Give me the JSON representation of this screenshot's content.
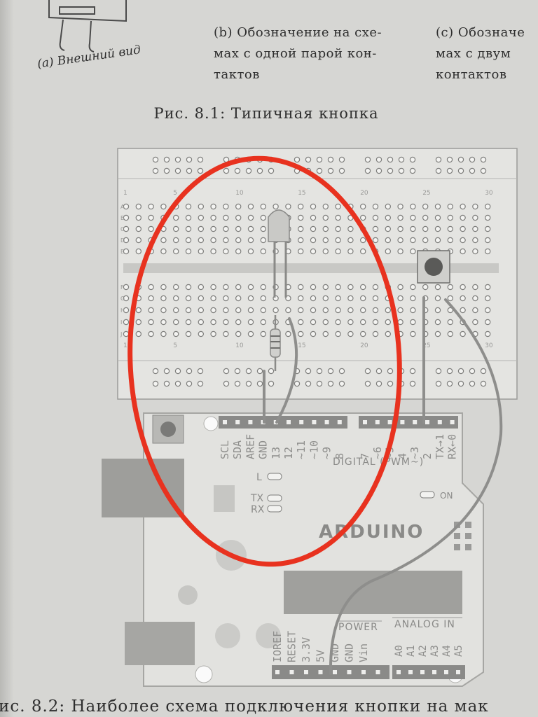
{
  "captions": {
    "a": "(a) Внешний вид",
    "b_lines": [
      "(b) Обозначение на схе-",
      "мах с одной парой кон-",
      "тактов"
    ],
    "c_lines": [
      "(c) Обозначе",
      "мах с двум",
      "контактов"
    ]
  },
  "figure_caption": "Рис. 8.1: Типичная кнопка",
  "bottom_text": "ис. 8.2: Наиболее схема подключения кнопки на мак",
  "breadboard": {
    "column_numbers": [
      "1",
      "5",
      "10",
      "15",
      "20",
      "25",
      "30"
    ],
    "rows_top": [
      "A",
      "B",
      "C",
      "D",
      "E"
    ],
    "rows_bottom": [
      "F",
      "G",
      "H",
      "I",
      "J"
    ]
  },
  "arduino": {
    "header_left_pins": [
      "SCL",
      "SDA",
      "AREF",
      "GND",
      "13",
      "12",
      "~11",
      "~10",
      "~9",
      "8"
    ],
    "header_right_pins": [
      "7",
      "~6",
      "~5",
      "4",
      "~3",
      "2",
      "TX→1",
      "RX←0"
    ],
    "digital_label": "DIGITAL (PWM~)",
    "led_labels": [
      "L",
      "TX",
      "RX"
    ],
    "on_label": "ON",
    "brand": "ARDUINO",
    "power_label": "POWER",
    "analog_label": "ANALOG IN",
    "power_pins": [
      "IOREF",
      "RESET",
      "3.3V",
      "5V",
      "GND",
      "GND",
      "Vin"
    ],
    "analog_pins": [
      "A0",
      "A1",
      "A2",
      "A3",
      "A4",
      "A5"
    ]
  },
  "annotation_color": "#e8321f"
}
